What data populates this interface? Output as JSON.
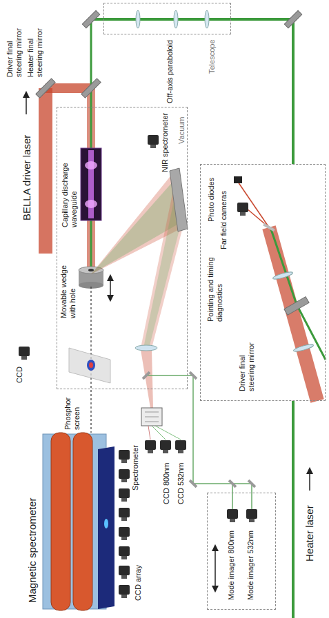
{
  "diagram": {
    "nodes": [
      {
        "text": [
          "Vacuum"
        ]
      },
      {
        "text": [
          "Telescope"
        ]
      },
      {
        "text": [
          "Pointing and timing diagnostics"
        ]
      },
      {
        "text": [
          "Mode imager 800nm",
          "Mode imager 532nm"
        ]
      }
    ],
    "labels": [
      "BELLA driver laser",
      "Driver final steering mirror",
      "Heater final steering mirror",
      "Heater laser",
      "Off-axis paraboloid",
      "NIR spectrometer",
      "Capillary discharge waveguide",
      "Movable wedge with hole",
      "CCD",
      "Phosphor screen",
      "Magnetic spectrometer",
      "CCD array",
      "Spectrometer",
      "CCD 800nm",
      "CCD 532nm",
      "Photo diodes",
      "Far field cameras",
      "Driver final steering mirror"
    ]
  }
}
